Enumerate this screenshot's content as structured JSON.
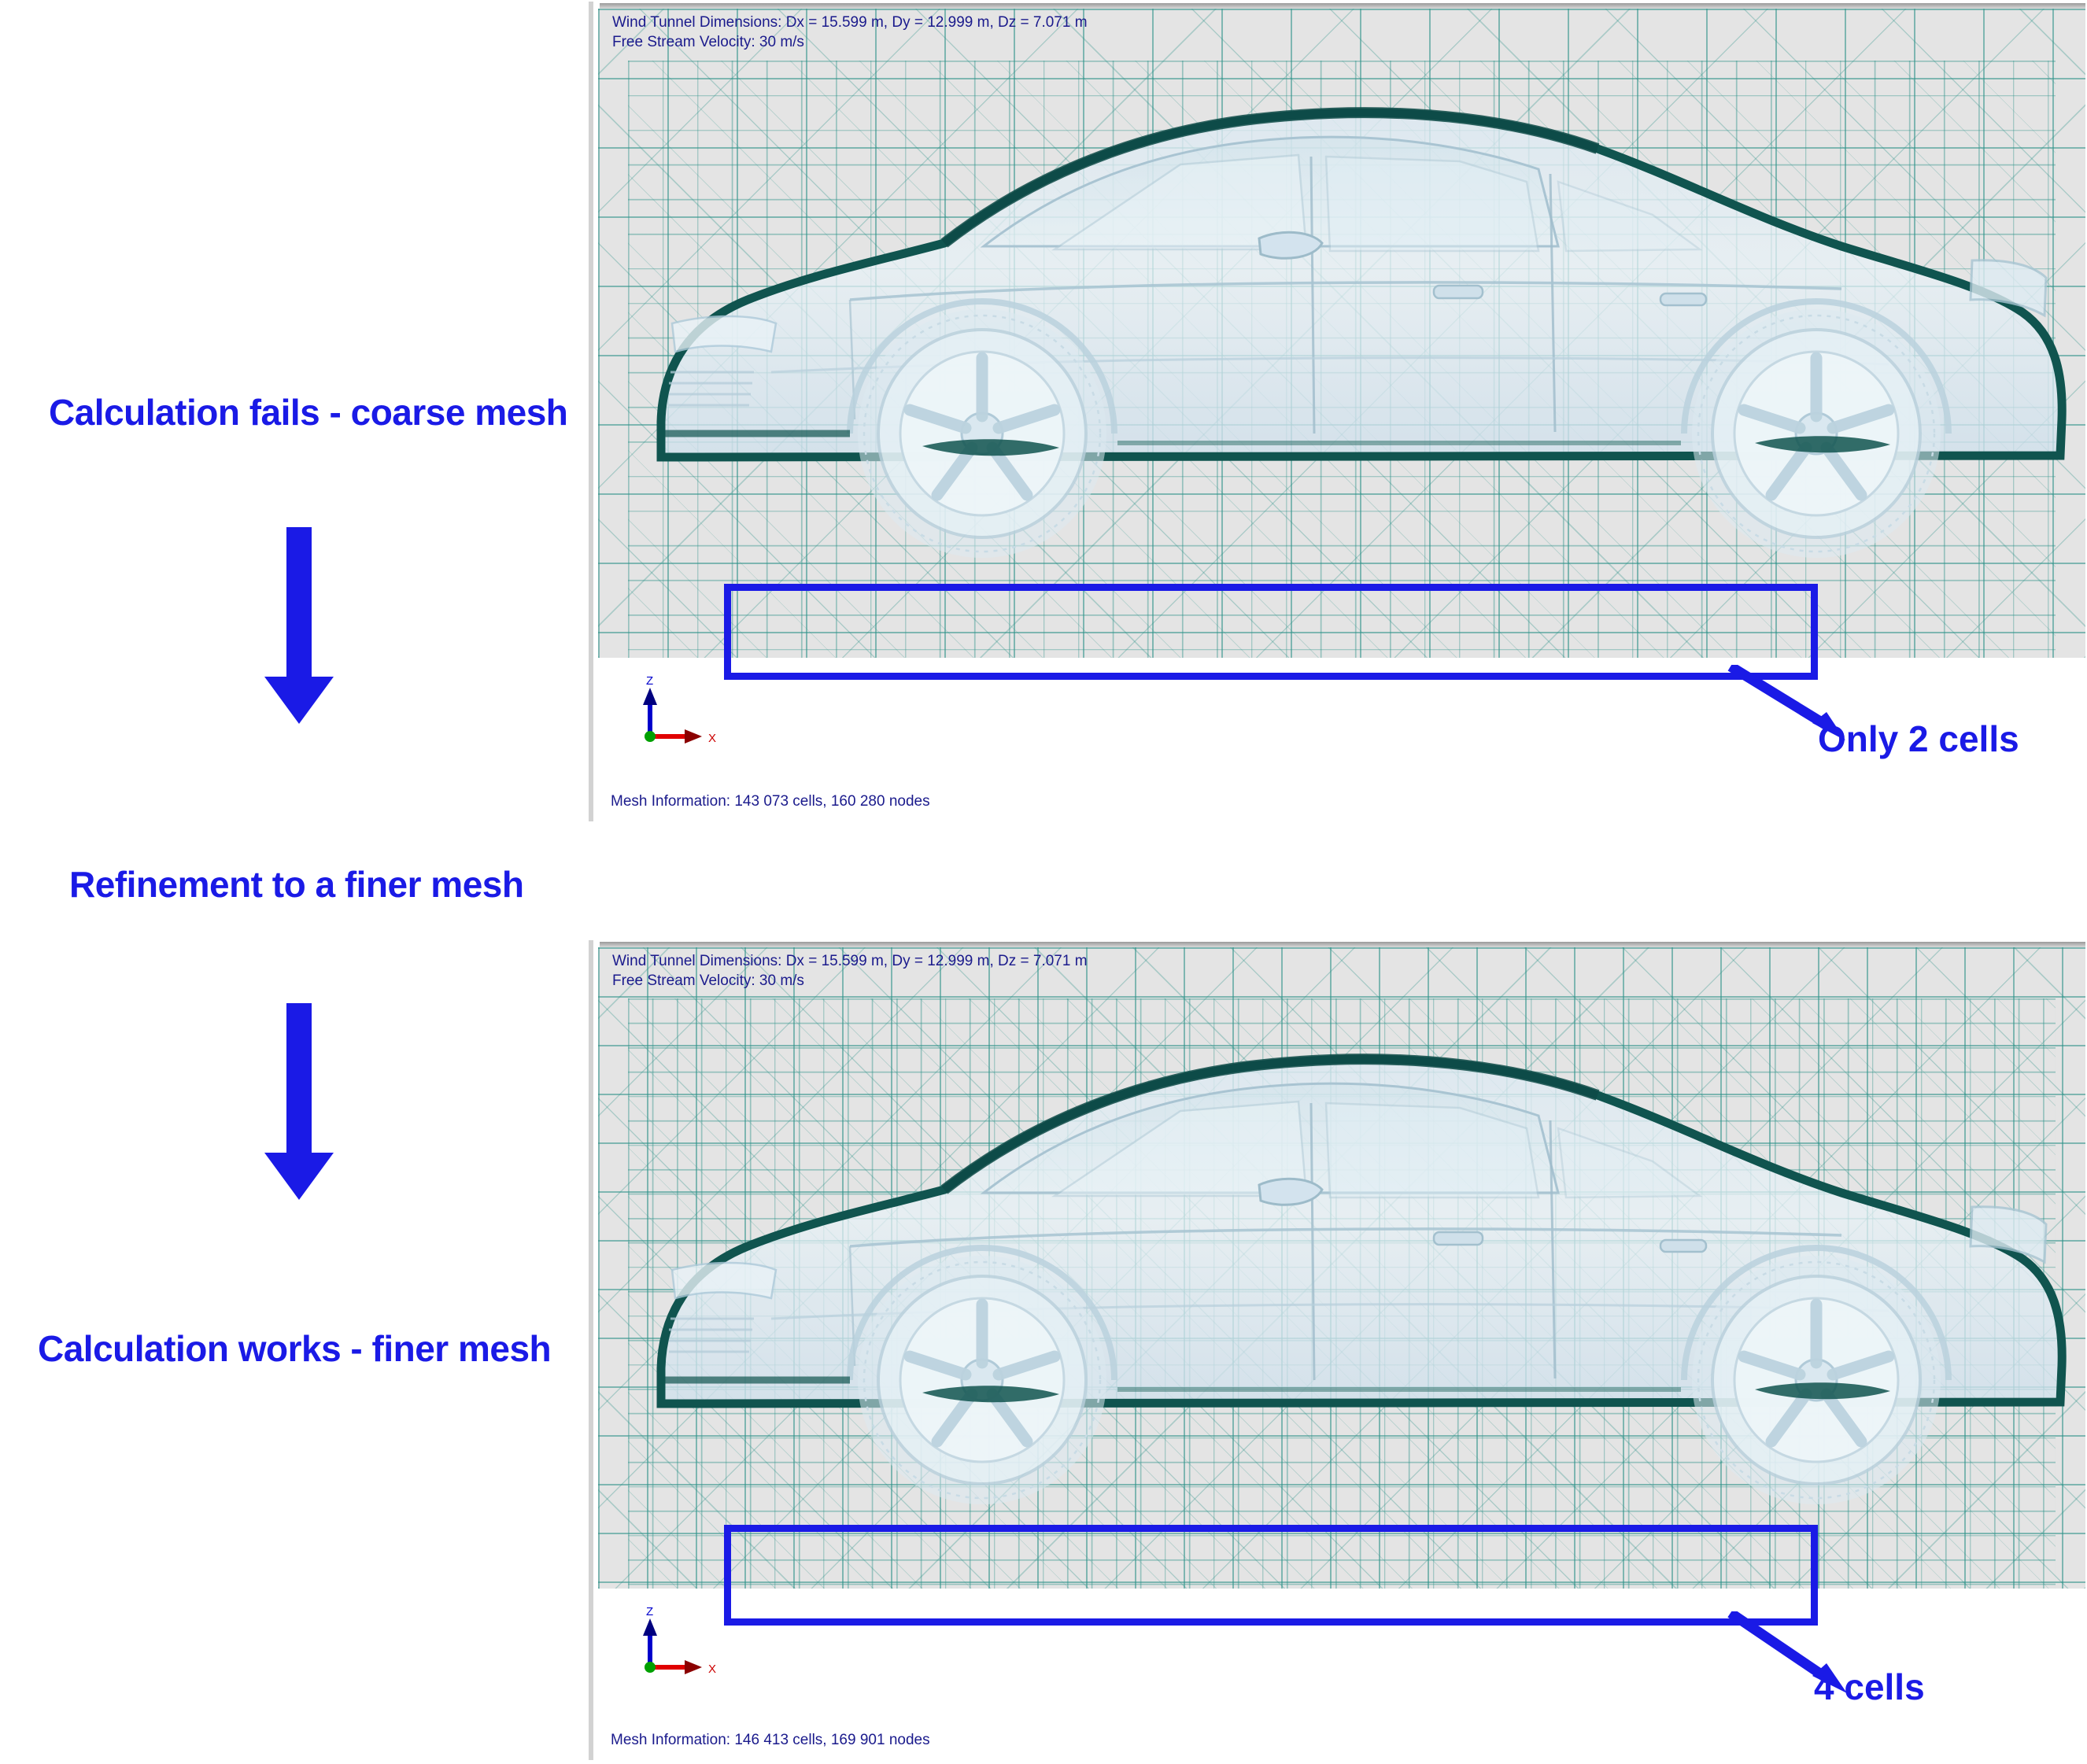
{
  "annotations": {
    "step1_label": "Calculation fails - coarse mesh",
    "step2_label": "Refinement to a finer mesh",
    "step3_label": "Calculation works - finer mesh",
    "arrow_down_1": "down-arrow",
    "arrow_down_2": "down-arrow"
  },
  "accent_color": "#1a1ae6",
  "mesh_line_color": "#2a9187",
  "scene_bg_color": "#e4e4e4",
  "car_outline_color": "#10544f",
  "panels": [
    {
      "id": "coarse",
      "wind_tunnel_dimensions": "Wind Tunnel Dimensions: Dx = 15.599 m, Dy = 12.999 m, Dz = 7.071 m",
      "free_stream_velocity": "Free Stream Velocity: 30 m/s",
      "mesh_information": "Mesh Information: 143 073 cells, 160 280 nodes",
      "axis_z_label": "Z",
      "axis_x_label": "X",
      "callout_text": "Only 2 cells"
    },
    {
      "id": "fine",
      "wind_tunnel_dimensions": "Wind Tunnel Dimensions: Dx = 15.599 m, Dy = 12.999 m, Dz = 7.071 m",
      "free_stream_velocity": "Free Stream Velocity: 30 m/s",
      "mesh_information": "Mesh Information: 146 413 cells, 169 901 nodes",
      "axis_z_label": "Z",
      "axis_x_label": "X",
      "callout_text": "4 cells"
    }
  ]
}
